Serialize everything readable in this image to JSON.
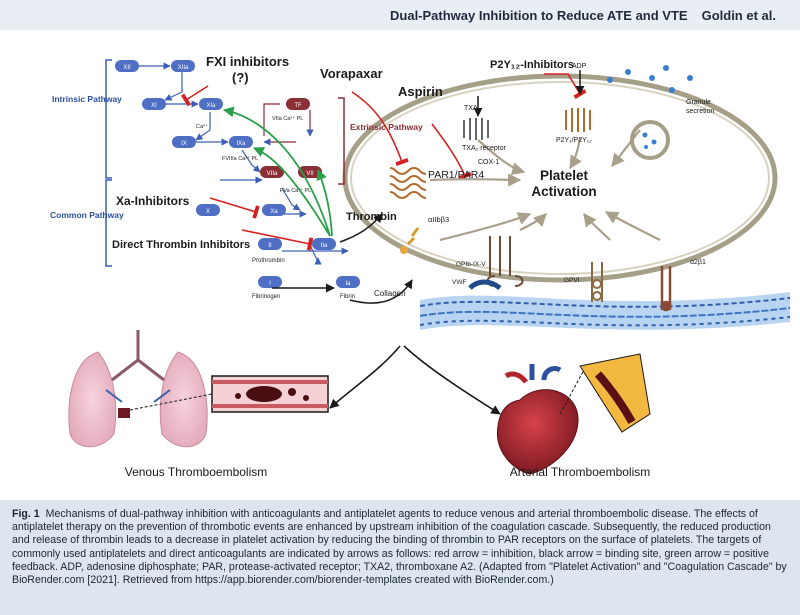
{
  "header": {
    "running_title": "Dual-Pathway Inhibition to Reduce ATE and VTE",
    "author": "Goldin et al."
  },
  "figure": {
    "pathway_labels": {
      "intrinsic": "Intrinsic Pathway",
      "extrinsic": "Extrinsic Pathway",
      "common": "Common Pathway"
    },
    "factors": {
      "xii": "XII",
      "xiia": "XIIa",
      "xi": "XI",
      "xia": "XIa",
      "ix": "IX",
      "ixa": "IXa",
      "tf": "TF",
      "vii": "VII",
      "viia": "VIIa",
      "x": "X",
      "xa": "Xa",
      "ii": "II",
      "iia": "IIa",
      "i": "I",
      "ia": "Ia",
      "cofactor_viia": "VIIa Ca²⁺ PL",
      "ca2": "Ca²⁺",
      "fviiia": "FVIIIa Ca²⁺ PL",
      "fva": "FVa Ca²⁺ PL",
      "prothrombin": "Prothrombin",
      "fibrinogen": "Fibrinogen",
      "fibrin": "Fibrin"
    },
    "drug_labels": {
      "fxi": "FXI inhibitors",
      "fxi_q": "(?)",
      "vorapaxar": "Vorapaxar",
      "aspirin": "Aspirin",
      "p2y12": "P2Y₁₂-Inhibitors",
      "xa": "Xa-Inhibitors",
      "direct_thrombin": "Direct Thrombin Inhibitors"
    },
    "receptor_labels": {
      "thrombin": "Thrombin",
      "par": "PAR1/PAR4",
      "txa2": "TXA₂",
      "txa2_receptor": "TXA₂ receptor",
      "cox1": "COX-1",
      "adp": "ADP",
      "p2y": "P2Y₁/P2Y₁₂",
      "activation_line1": "Platelet",
      "activation_line2": "Activation",
      "granule": "Granule",
      "granule2": "secretion",
      "aiib": "αIIbβ3",
      "collagen": "Collagen",
      "gpib": "GPIb-IX-V",
      "vwf": "VWF",
      "gpvi": "GPVI",
      "a2b1": "α2β1"
    },
    "outcomes": {
      "venous": "Venous Thromboembolism",
      "arterial": "Arterial Thromboembolism"
    },
    "colors": {
      "inhibition": "#d62020",
      "binding": "#1a1a1a",
      "feedback": "#2aa04a",
      "factor_blue": "#4f6fc4",
      "factor_maroon": "#8a2f35",
      "pathway_label": "#2d4fa0"
    }
  },
  "caption": {
    "label": "Fig. 1",
    "text": "Mechanisms of dual-pathway inhibition with anticoagulants and antiplatelet agents to reduce venous and arterial thromboembolic disease. The effects of antiplatelet therapy on the prevention of thrombotic events are enhanced by upstream inhibition of the coagulation cascade. Subsequently, the reduced production and release of thrombin leads to a decrease in platelet activation by reducing the binding of thrombin to PAR receptors on the surface of platelets. The targets of commonly used antiplatelets and direct anticoagulants are indicated by arrows as follows: red arrow = inhibition, black arrow = binding site, green arrow = positive feedback. ADP, adenosine diphosphate; PAR, protease-activated receptor; TXA2, thromboxane A2. (Adapted from \"Platelet Activation\" and \"Coagulation Cascade\" by BioRender.com [2021]. Retrieved from https://app.biorender.com/biorender-templates created with BioRender.com.)"
  }
}
